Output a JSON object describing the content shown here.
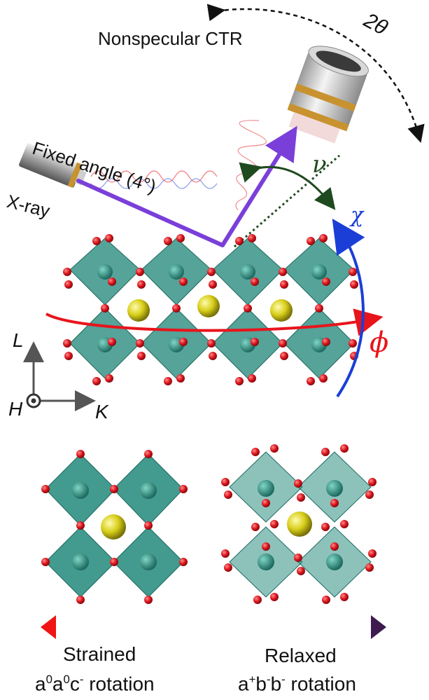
{
  "labels": {
    "title": "Nonspecular CTR",
    "two_theta": "2θ",
    "fixed_angle": "Fixed angle (4°)",
    "xray": "X-ray",
    "nu": "ν",
    "chi": "χ",
    "phi": "ϕ",
    "axis_L": "L",
    "axis_H": "H",
    "axis_K": "K",
    "strained": "Strained",
    "relaxed": "Relaxed",
    "rot_strained": {
      "base1": "a",
      "sup1": "0",
      "base2": "a",
      "sup2": "0",
      "base3": "c",
      "sup3": "-",
      "tail": " rotation"
    },
    "rot_relaxed": {
      "base1": "a",
      "sup1": "+",
      "base2": "b",
      "sup2": "-",
      "base3": "b",
      "sup3": "-",
      "tail": " rotation"
    }
  },
  "colors": {
    "beam": "#7b3fd9",
    "octahedron": "#2f8f83",
    "oxygen": "#d9141c",
    "a_site": "#d8cf1a",
    "nu_arc": "#1f4a1f",
    "chi_arc": "#1b3fd6",
    "phi_arc": "#e8141c",
    "gradient_start": "#f01414",
    "gradient_mid": "#f6c8c8",
    "gradient_mid2": "#8ab6e0",
    "gradient_end": "#3d1a4f"
  }
}
